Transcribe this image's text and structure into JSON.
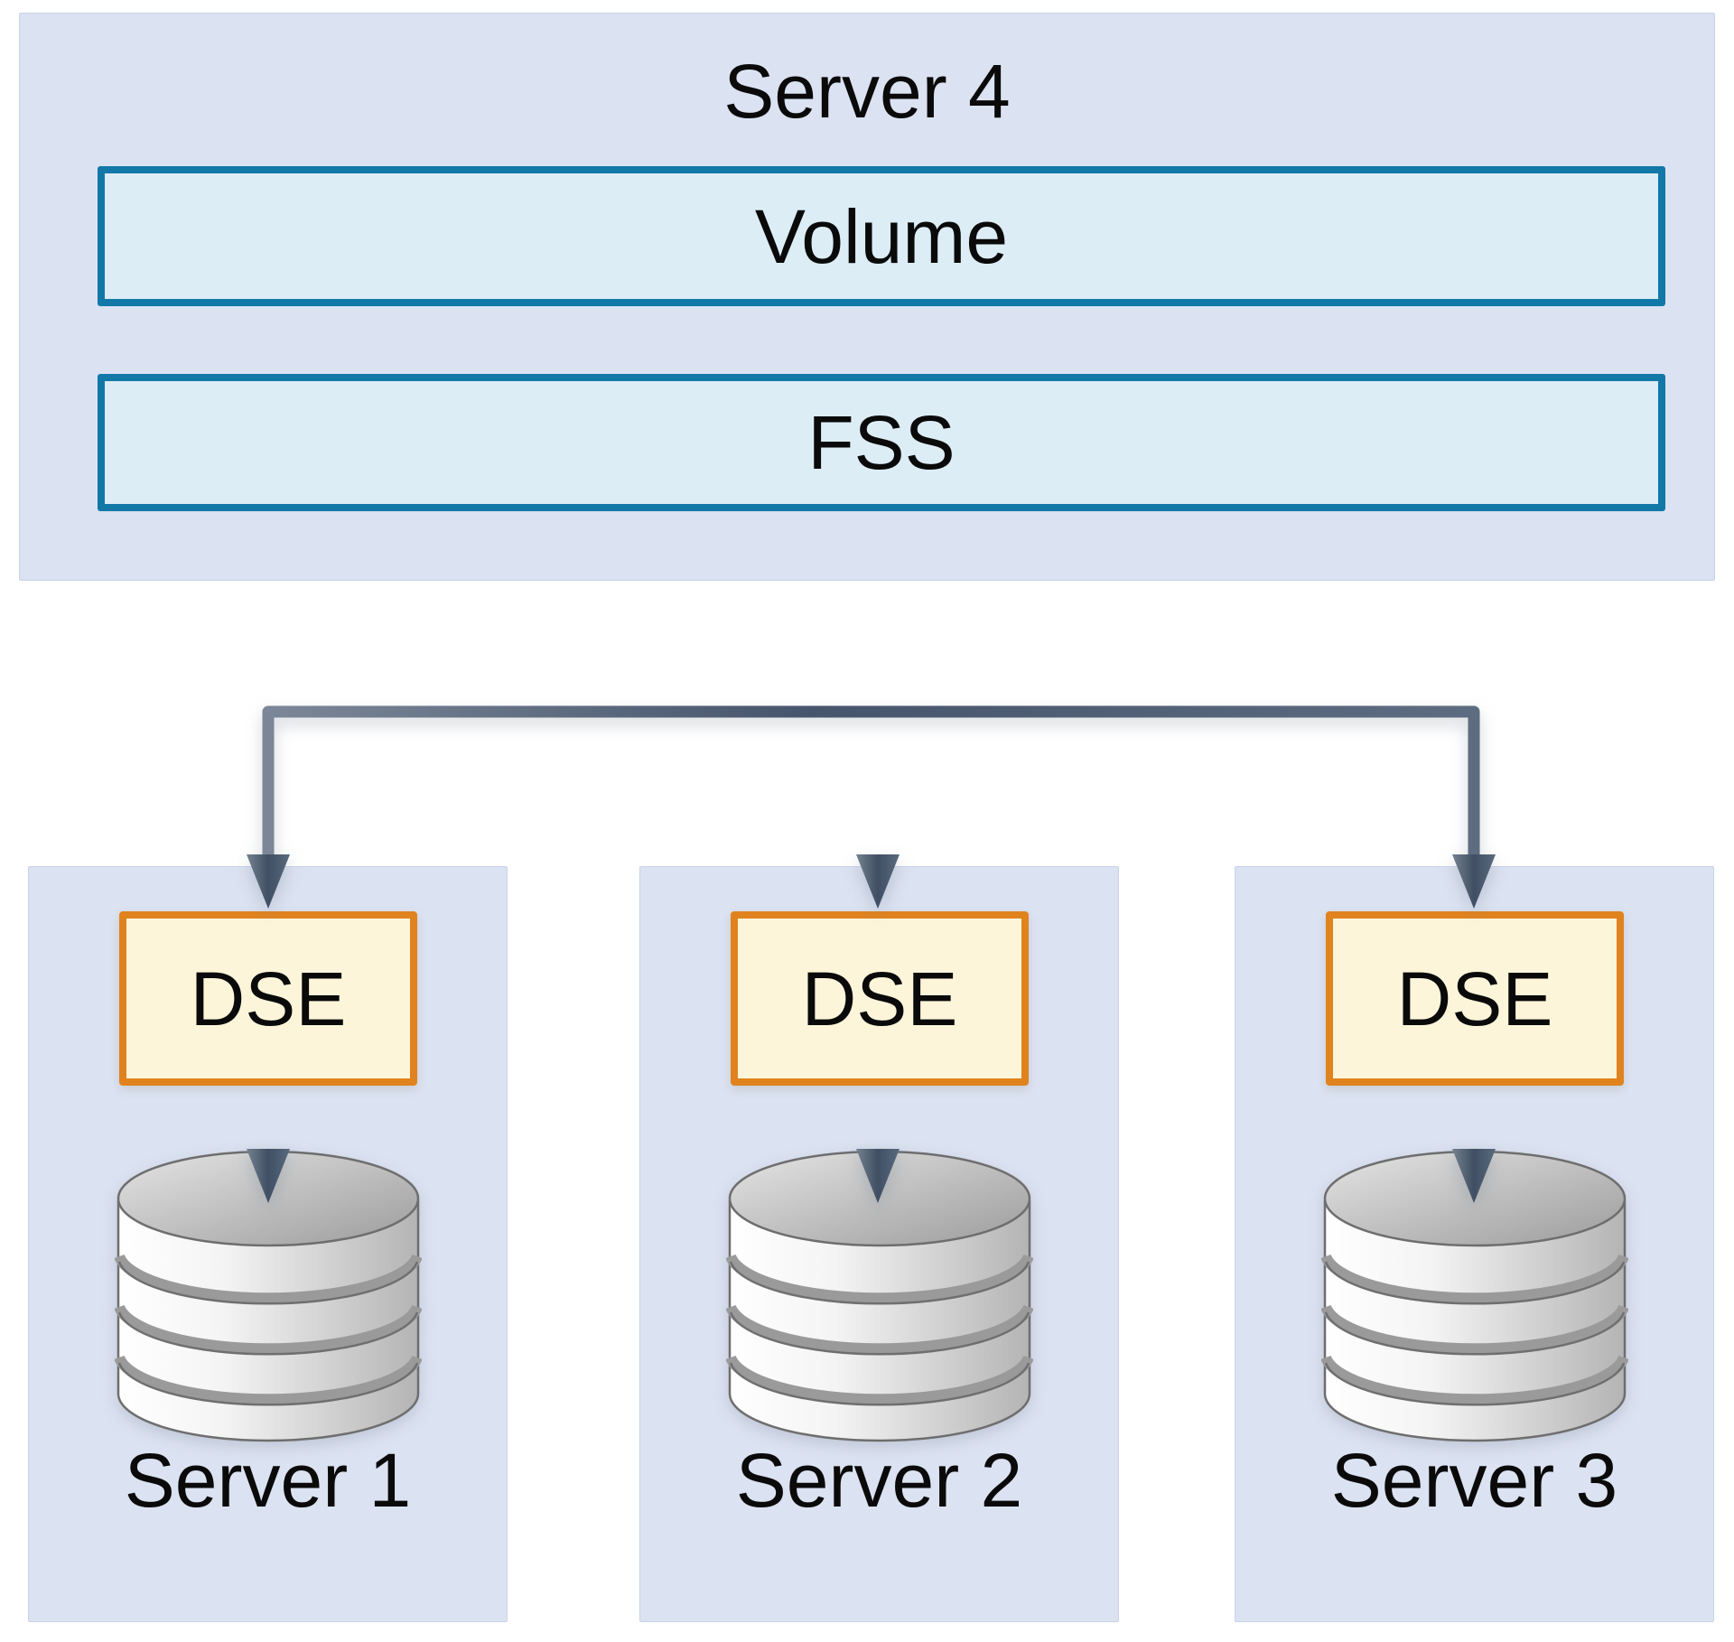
{
  "diagram": {
    "top_server": {
      "title": "Server 4",
      "layers": [
        {
          "label": "Volume"
        },
        {
          "label": "FSS"
        }
      ]
    },
    "servers": [
      {
        "dse_label": "DSE",
        "label": "Server 1"
      },
      {
        "dse_label": "DSE",
        "label": "Server 2"
      },
      {
        "dse_label": "DSE",
        "label": "Server 3"
      }
    ]
  },
  "icons": [
    {
      "name": "database-cylinder-icon",
      "count": 3
    },
    {
      "name": "arrow-down-icon",
      "count": 7
    }
  ],
  "colors": {
    "background": "#ffffff",
    "panel_fill": "#dbe2f1",
    "panel_border": "#c9d3e8",
    "layer_fill": "#ddedf6",
    "layer_border": "#1278a8",
    "dse_fill": "#fdf5da",
    "dse_border": "#e0831e",
    "arrow": "#53637a",
    "text": "#0a0a0a",
    "cylinder_outline": "#6e6e6e"
  }
}
